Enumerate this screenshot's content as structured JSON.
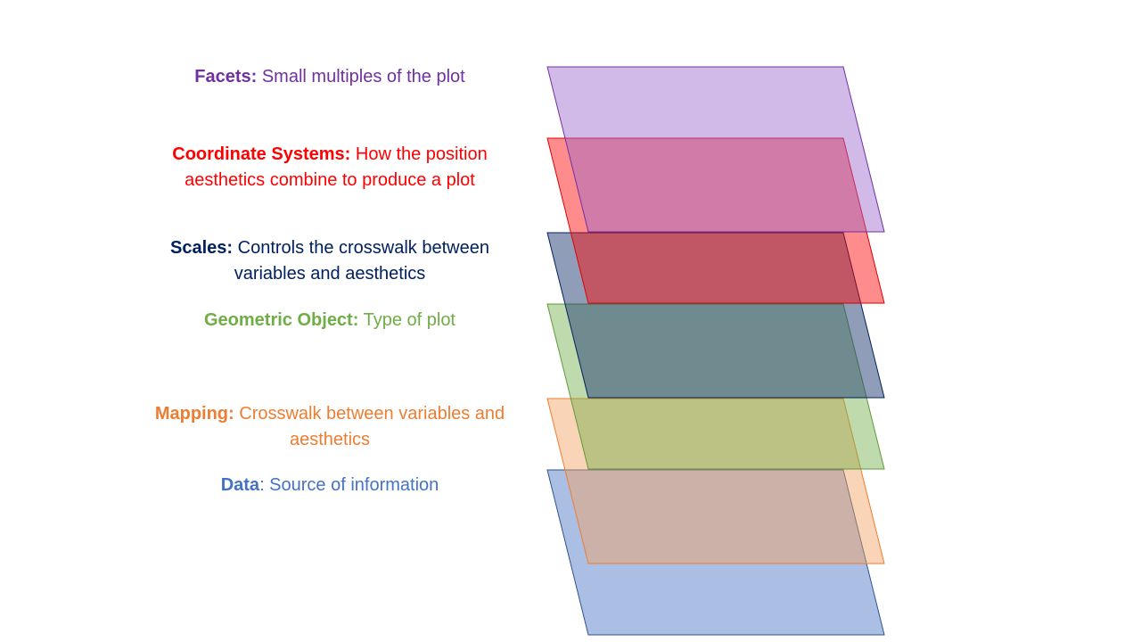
{
  "layers": [
    {
      "key": "facets",
      "name": "Facets:",
      "description": "Small multiples of the plot",
      "color": "#7030A0",
      "fill": "#9966CC",
      "stroke": "#7030A0"
    },
    {
      "key": "coordinate_systems",
      "name": "Coordinate Systems:",
      "description": "How the position aesthetics combine to produce a plot",
      "color": "#FF0000",
      "fill": "#FF0000",
      "stroke": "#E00000"
    },
    {
      "key": "scales",
      "name": "Scales:",
      "description": "Controls the crosswalk between variables and aesthetics",
      "color": "#002060",
      "fill": "#1F3C74",
      "stroke": "#002060"
    },
    {
      "key": "geometric_object",
      "name": "Geometric Object:",
      "description": "Type of plot",
      "color": "#70AD47",
      "fill": "#70AD47",
      "stroke": "#5E9B38"
    },
    {
      "key": "mapping",
      "name": "Mapping:",
      "description": "Crosswalk between variables and aesthetics",
      "color": "#ED7D31",
      "fill": "#F4A060",
      "stroke": "#ED7D31"
    },
    {
      "key": "data",
      "name": "Data",
      "description": ": Source of information",
      "color": "#4472C4",
      "fill": "#4472C4",
      "stroke": "#2F528F"
    }
  ]
}
